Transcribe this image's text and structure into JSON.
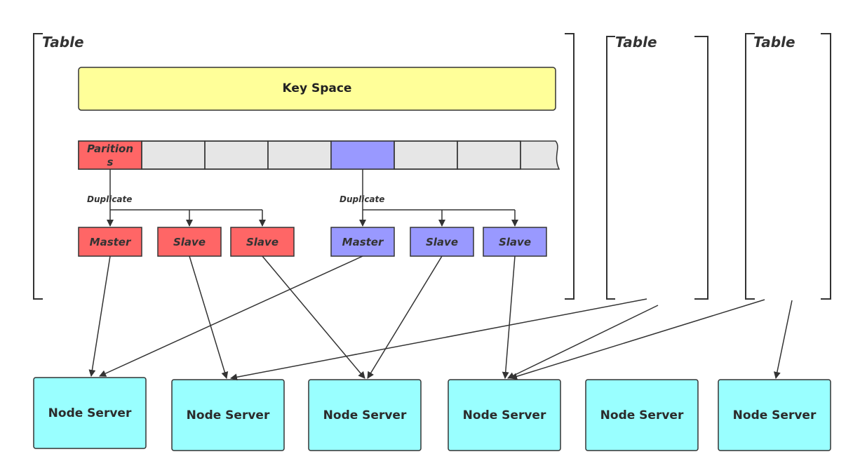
{
  "colors": {
    "key_space": "#ffff99",
    "partition_red": "#ff6666",
    "partition_purple": "#9999ff",
    "partition_empty": "#e6e6e6",
    "node_server": "#99ffff",
    "line": "#333333"
  },
  "tables": [
    {
      "label": "Table"
    },
    {
      "label": "Table"
    },
    {
      "label": "Table"
    }
  ],
  "key_space": {
    "label": "Key Space"
  },
  "partitions": {
    "label_line1": "Parition",
    "label_line2": "s",
    "cells": [
      "red",
      "empty",
      "empty",
      "empty",
      "purple",
      "empty",
      "empty",
      "empty"
    ]
  },
  "duplicate_labels": [
    "Duplicate",
    "Duplicate"
  ],
  "replicas": [
    {
      "label": "Master",
      "group": "red"
    },
    {
      "label": "Slave",
      "group": "red"
    },
    {
      "label": "Slave",
      "group": "red"
    },
    {
      "label": "Master",
      "group": "purple"
    },
    {
      "label": "Slave",
      "group": "purple"
    },
    {
      "label": "Slave",
      "group": "purple"
    }
  ],
  "node_servers": [
    {
      "label": "Node Server"
    },
    {
      "label": "Node Server"
    },
    {
      "label": "Node Server"
    },
    {
      "label": "Node Server"
    },
    {
      "label": "Node Server"
    },
    {
      "label": "Node Server"
    }
  ]
}
